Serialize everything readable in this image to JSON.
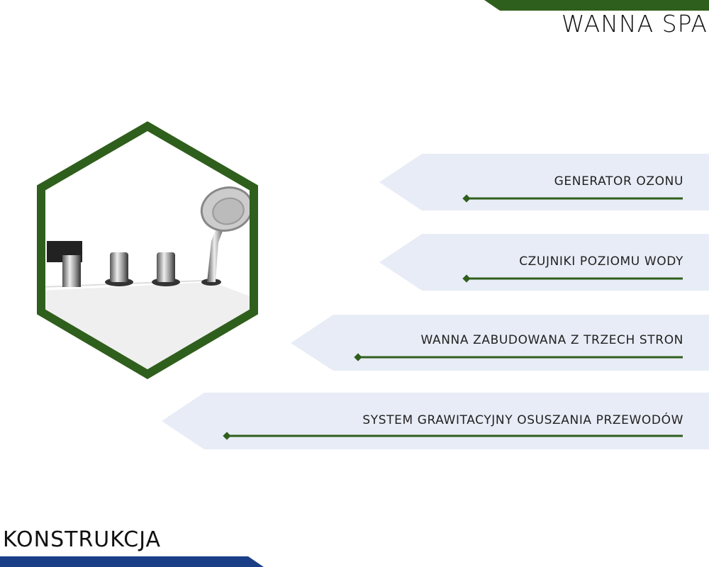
{
  "header": {
    "title": "WANNA SPA"
  },
  "footer": {
    "section": "KONSTRUKCJA"
  },
  "features": [
    {
      "label": "GENERATOR OZONU"
    },
    {
      "label": "CZUJNIKI POZIOMU WODY"
    },
    {
      "label": "WANNA ZABUDOWANA Z TRZECH STRON"
    },
    {
      "label": "SYSTEM GRAWITACYJNY OSUSZANIA PRZEWODÓW"
    }
  ],
  "colors": {
    "green": "#2f5f1c",
    "blue": "#1b3f86",
    "banner": "#e8ecf6"
  }
}
